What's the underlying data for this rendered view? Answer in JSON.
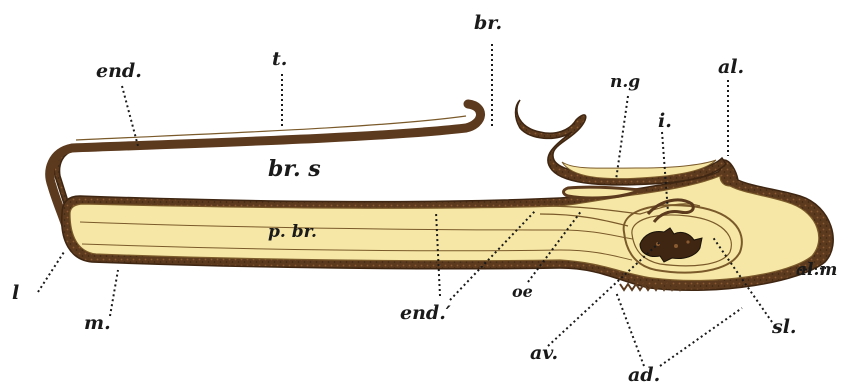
{
  "figure": {
    "colors": {
      "outer_wall": "#5c3a1e",
      "wall_light": "#8a5a30",
      "lumen": "#f6e7a6",
      "inner_line": "#7a5a2a",
      "ink": "#1a1a1a",
      "background": "#ffffff"
    },
    "labels": {
      "br": "br.",
      "end": "end.",
      "t": "t.",
      "ng": "n.g",
      "al": "al.",
      "i": "i.",
      "brs": "br. s",
      "pbr": "p. br.",
      "l": "l",
      "m": "m.",
      "end_prime": "end.′",
      "oe": "oe",
      "av": "av.",
      "ad": "ad.",
      "sl": "sl.",
      "alm": "al.m"
    }
  }
}
